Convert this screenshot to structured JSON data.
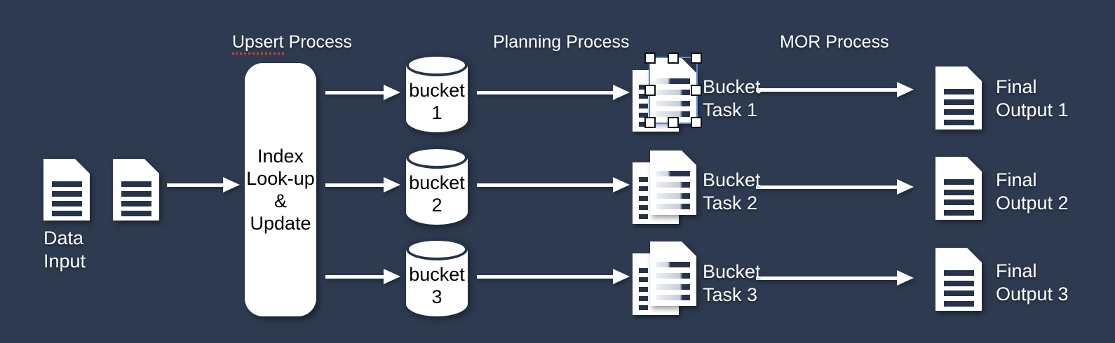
{
  "colors": {
    "background": "#2d3a50",
    "ink": "#263349",
    "shape_fill": "#ffffff",
    "selection_blue": "#5d87d7",
    "squiggle_red": "#dd3c2a",
    "text_light": "#ffffff",
    "text_dark": "#000000"
  },
  "section_titles": {
    "upsert_word": "Upsert",
    "upsert_rest": " Process",
    "planning": "Planning Process",
    "mor": "MOR Process"
  },
  "data_input": {
    "line1": "Data",
    "line2": "Input"
  },
  "process_box": {
    "lines": [
      "Index",
      "Look-up",
      "&",
      "Update"
    ]
  },
  "buckets": [
    {
      "label": "bucket",
      "number": "1"
    },
    {
      "label": "bucket",
      "number": "2"
    },
    {
      "label": "bucket",
      "number": "3"
    }
  ],
  "tasks": [
    {
      "line1": "Bucket",
      "line2": "Task 1"
    },
    {
      "line1": "Bucket",
      "line2": "Task 2"
    },
    {
      "line1": "Bucket",
      "line2": "Task 3"
    }
  ],
  "outputs": [
    {
      "line1": "Final",
      "line2": "Output 1"
    },
    {
      "line1": "Final",
      "line2": "Output 2"
    },
    {
      "line1": "Final",
      "line2": "Output 3"
    }
  ]
}
